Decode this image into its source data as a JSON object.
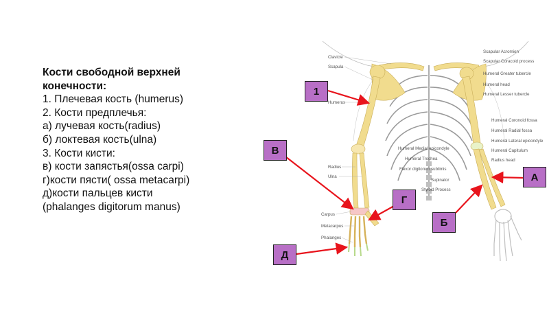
{
  "text": {
    "title_line1": "Кости свободной верхней",
    "title_line2": "конечности:",
    "item1": "1. Плечевая кость (humerus)",
    "item2": "2. Кости предплечья:",
    "item2a": "а) лучевая кость(radius)",
    "item2b": "б) локтевая кость(ulna)",
    "item3": "3. Кости кисти:",
    "item3v": "в) кости запястья(ossa carpi)",
    "item3g": "г)кости пясти( ossa metacarpi)",
    "item3d": "д)кости пальцев кисти",
    "item3d2": "(phalanges digitorum manus)"
  },
  "markers": {
    "m1": "1",
    "mV": "В",
    "mG": "Г",
    "mD": "Д",
    "mA": "А",
    "mB": "Б"
  },
  "figure_labels": {
    "clavicle": "Clavicle",
    "scapula": "Scapula",
    "humerus": "Humerus",
    "radius": "Radius",
    "ulna": "Ulna",
    "carpus": "Carpus",
    "metacarpus": "Metacarpus",
    "phalanges": "Phalanges",
    "scapular_acromion": "Scapular Acromion",
    "scapular_coracoid": "Scapular Coracoid process",
    "greater_tubercle": "Humeral Greater tubercle",
    "humeral_head": "Humeral head",
    "lesser_tubercle": "Humeral Lesser tubercle",
    "coronoid_fossa": "Humeral Coronoid fossa",
    "radial_fossa": "Humeral Radial fossa",
    "lateral_epicondyle": "Humeral Lateral epicondyle",
    "capitulum": "Humeral Capitulum",
    "radius_head": "Radius head",
    "medial_epicondyle": "Humeral Medial epicondyle",
    "trochea": "Humeral Trochea",
    "flexor": "Flexor digitorum sublimis",
    "supinator": "Supinator",
    "styloid": "Styloid Process"
  },
  "colors": {
    "marker_fill": "#b86fc6",
    "arrow": "#e8141c",
    "bone_yellow": "#f1dc8e"
  }
}
